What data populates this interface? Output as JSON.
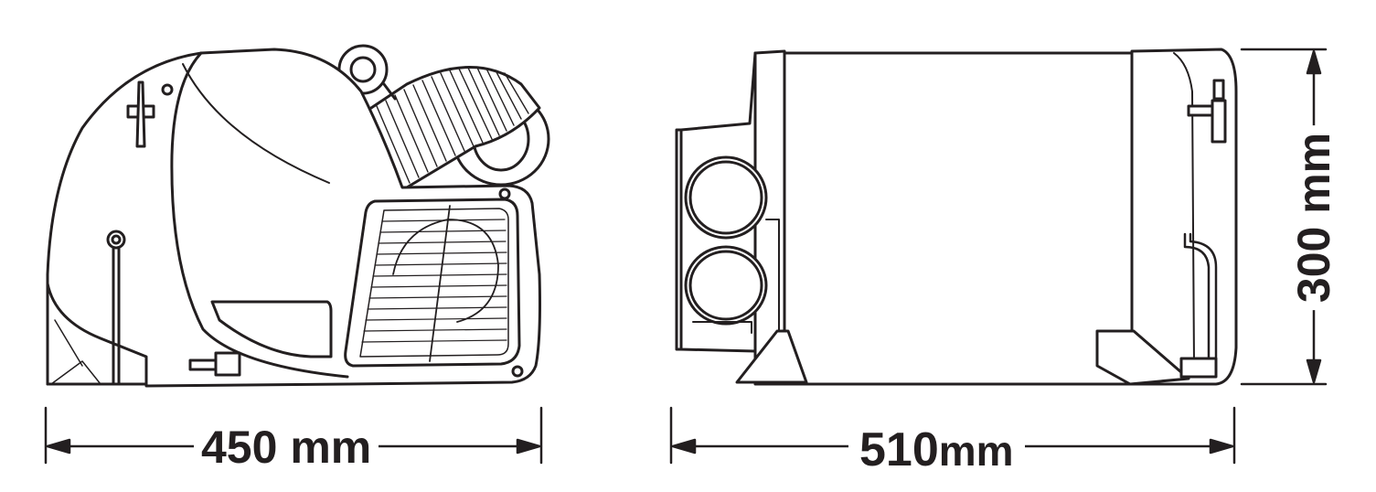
{
  "dimensions": {
    "left_width": "450 mm",
    "right_width_value": "510",
    "right_width_unit": "mm",
    "right_height": "300 mm"
  },
  "colors": {
    "line": "#231f20",
    "background": "#ffffff"
  }
}
